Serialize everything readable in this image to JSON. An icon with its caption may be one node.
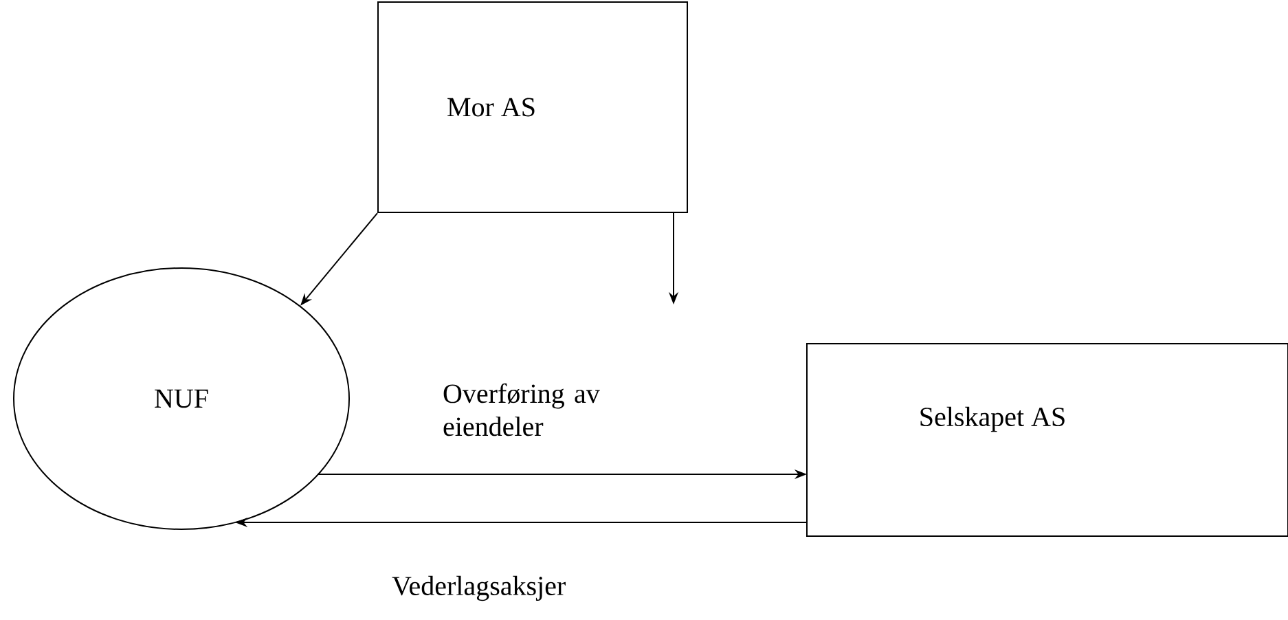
{
  "diagram": {
    "nodes": [
      {
        "text": [
          "Mor AS"
        ]
      },
      {
        "text": [
          "NUF"
        ]
      },
      {
        "text": [
          "Selskapet AS"
        ]
      }
    ],
    "edges": [
      {
        "from": 0,
        "to": 1,
        "arrow": "to"
      },
      {
        "from": 0,
        "to": null,
        "arrow": "to"
      },
      {
        "from": 1,
        "to": 2,
        "arrow": "to",
        "label": "Overføring av eiendeler"
      },
      {
        "from": 2,
        "to": 1,
        "arrow": "to",
        "label": "Vederlagsaksjer"
      }
    ]
  }
}
